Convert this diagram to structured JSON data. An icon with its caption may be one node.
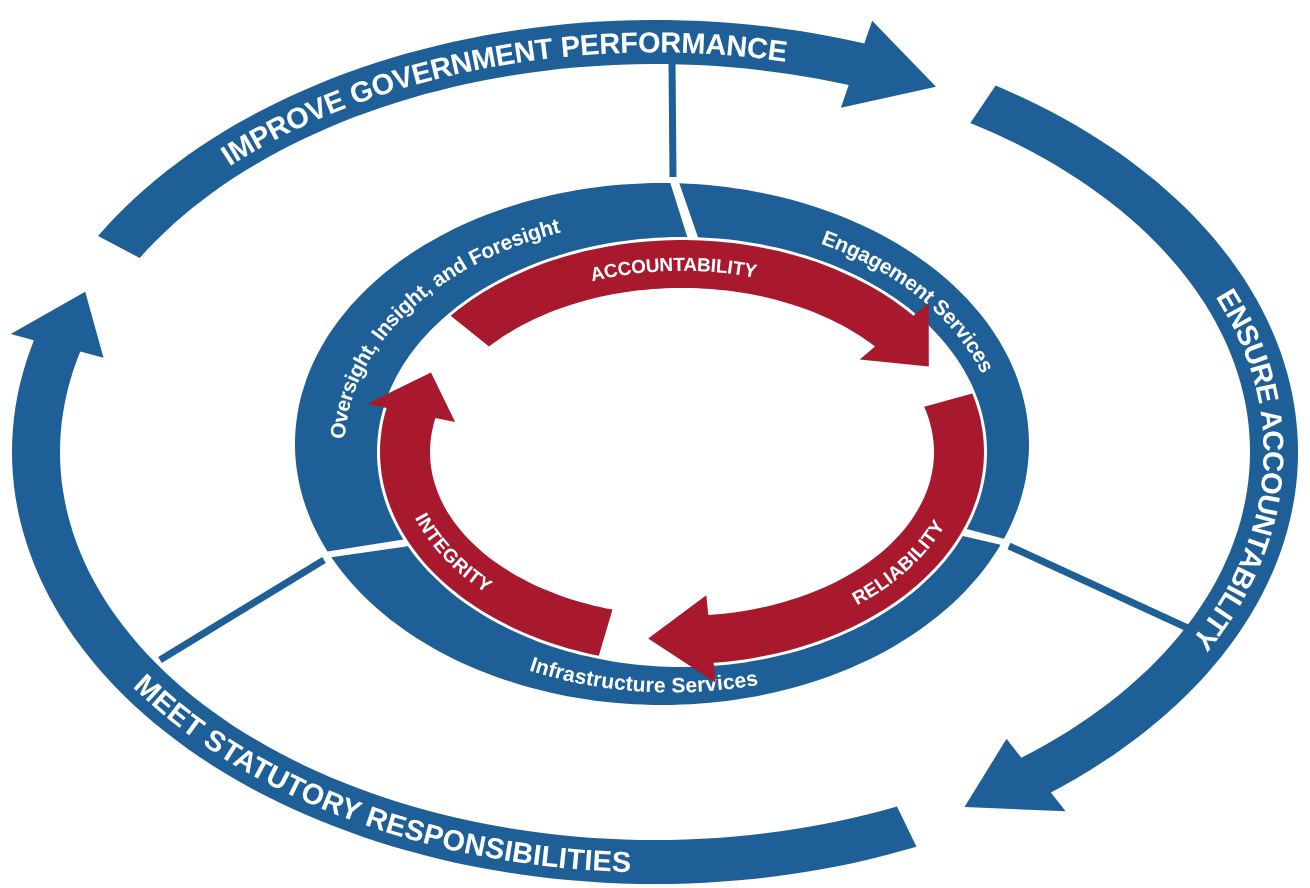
{
  "diagram": {
    "nodes": [
      {
        "text": [
          "IMPROVE GOVERNMENT PERFORMANCE"
        ]
      },
      {
        "text": [
          "ENSURE ACCOUNTABILITY"
        ]
      },
      {
        "text": [
          "MEET STATUTORY RESPONSIBILITIES"
        ]
      },
      {
        "text": [
          "Oversight, Insight, and Foresight"
        ]
      },
      {
        "text": [
          "Engagement Services"
        ]
      },
      {
        "text": [
          "Infrastructure Services"
        ]
      },
      {
        "text": [
          "ACCOUNTABILITY"
        ]
      },
      {
        "text": [
          "RELIABILITY"
        ]
      },
      {
        "text": [
          "INTEGRITY"
        ]
      }
    ]
  }
}
